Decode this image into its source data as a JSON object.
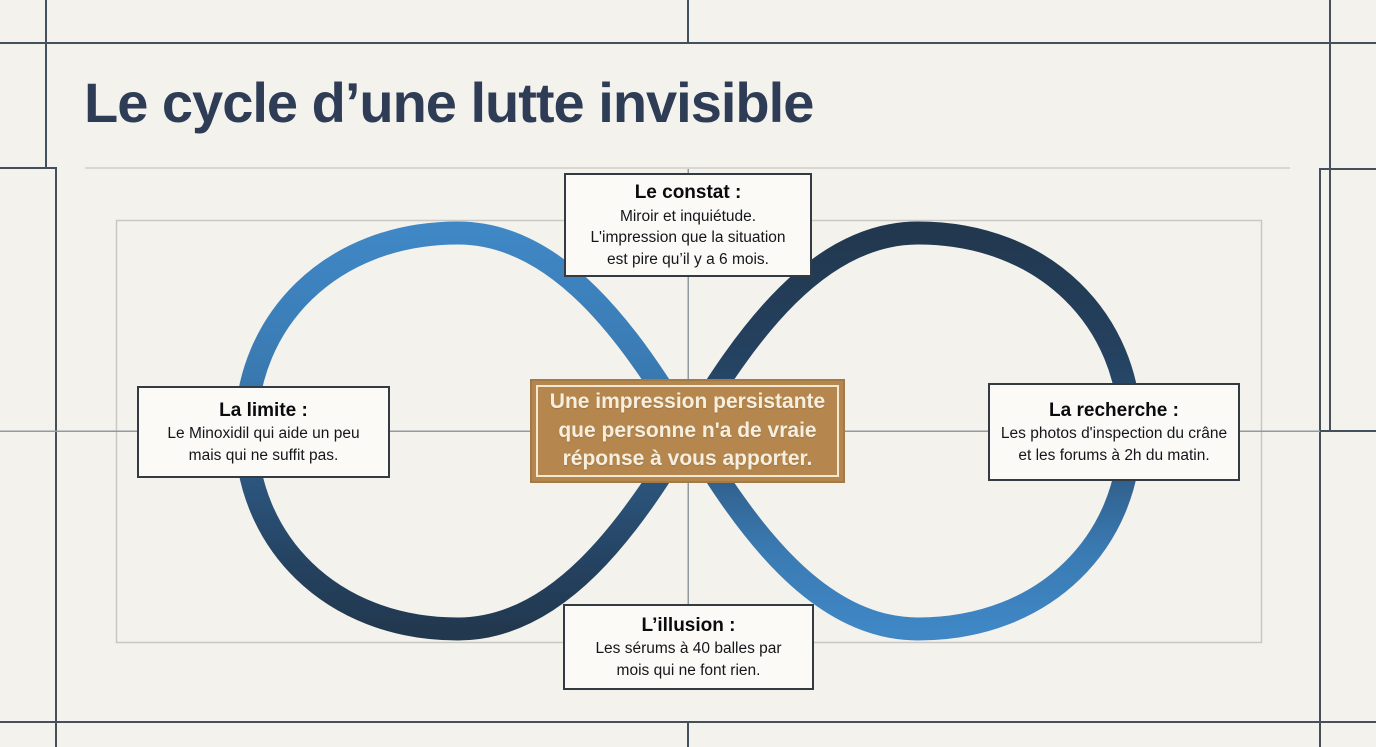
{
  "title": "Le cycle d’une lutte invisible",
  "diagram": {
    "type": "infinity-loop-cycle",
    "nodes": {
      "constat": {
        "title": "Le constat :",
        "lines": [
          "Miroir et inquiétude.",
          "L'impression que la situation",
          "est pire qu’il y a 6 mois."
        ]
      },
      "limite": {
        "title": "La limite :",
        "lines": [
          "Le Minoxidil qui aide un peu",
          "mais qui ne suffit pas."
        ]
      },
      "recherche": {
        "title": "La recherche :",
        "lines": [
          "Les photos d'inspection du crâne",
          "et les forums à 2h du matin."
        ]
      },
      "illusion": {
        "title": "L’illusion :",
        "lines": [
          "Les sérums à 40 balles par",
          "mois qui ne font rien."
        ]
      },
      "center": {
        "lines": [
          "Une impression persistante",
          "que personne n'a de vraie",
          "réponse à vous apporter."
        ]
      }
    },
    "colors": {
      "background": "#f4f2ed",
      "title_text": "#2e3d55",
      "frame_line": "#44505c",
      "grid_line": "#9199a1",
      "container_border": "#c7c8c3",
      "title_divider": "#d8d7d1",
      "node_background": "#fbfaf7",
      "node_border": "#343a42",
      "node_text": "#141619",
      "loop_blue": "#3f87c5",
      "loop_navy": "#22384f",
      "center_background": "#b5874e",
      "center_inner_border": "#f2e8d4",
      "center_text": "#f6efe0"
    }
  }
}
